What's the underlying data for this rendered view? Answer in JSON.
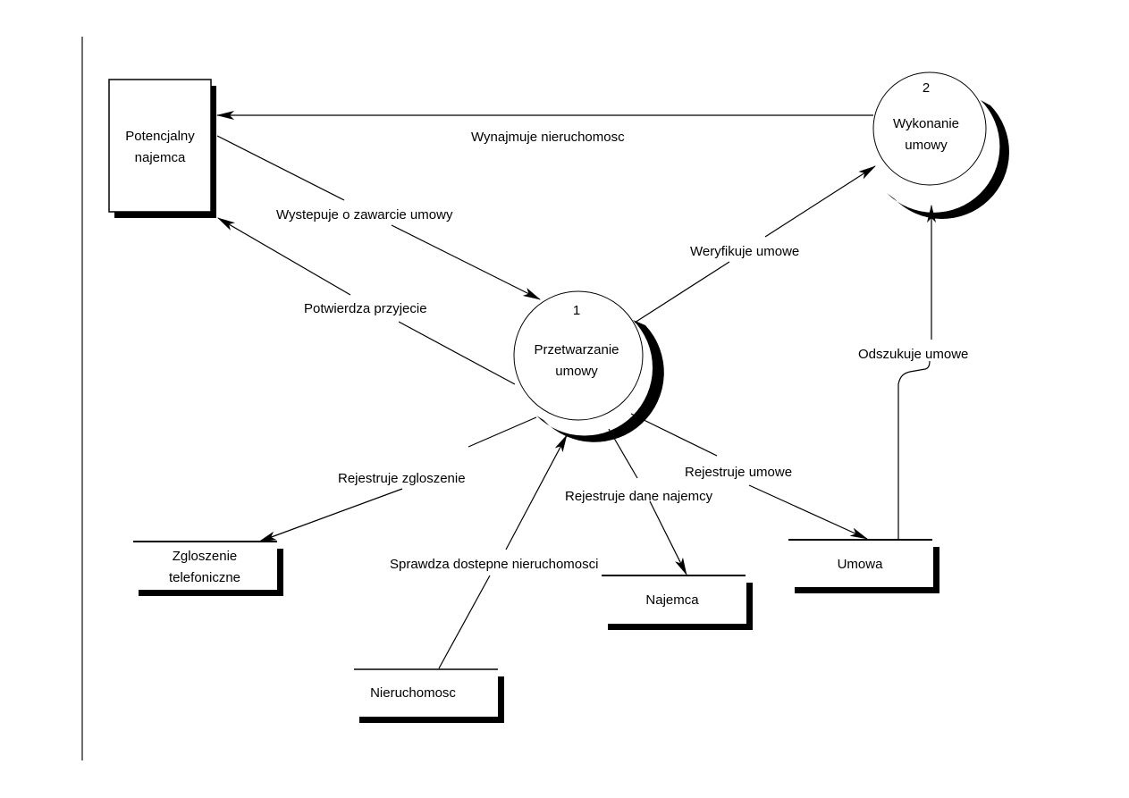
{
  "diagram": {
    "type": "data-flow-diagram",
    "external_entities": [
      {
        "id": "potencjalny-najemca",
        "lines": [
          "Potencjalny",
          "najemca"
        ]
      }
    ],
    "processes": [
      {
        "id": "p1",
        "number": "1",
        "lines": [
          "Przetwarzanie",
          "umowy"
        ]
      },
      {
        "id": "p2",
        "number": "2",
        "lines": [
          "Wykonanie",
          "umowy"
        ]
      }
    ],
    "data_stores": [
      {
        "id": "zgloszenie",
        "lines": [
          "Zgloszenie",
          "telefoniczne"
        ]
      },
      {
        "id": "nieruchomosc",
        "lines": [
          "Nieruchomosc"
        ]
      },
      {
        "id": "najemca",
        "lines": [
          "Najemca"
        ]
      },
      {
        "id": "umowa",
        "lines": [
          "Umowa"
        ]
      }
    ],
    "flows": [
      {
        "id": "f1",
        "from": "p2",
        "to": "potencjalny-najemca",
        "label": "Wynajmuje nieruchomosc"
      },
      {
        "id": "f2",
        "from": "potencjalny-najemca",
        "to": "p1",
        "label": "Wystepuje o zawarcie umowy"
      },
      {
        "id": "f3",
        "from": "p1",
        "to": "potencjalny-najemca",
        "label": "Potwierdza przyjecie"
      },
      {
        "id": "f4",
        "from": "p1",
        "to": "p2",
        "label": "Weryfikuje umowe"
      },
      {
        "id": "f5",
        "from": "umowa",
        "to": "p2",
        "label": "Odszukuje umowe"
      },
      {
        "id": "f6",
        "from": "p1",
        "to": "zgloszenie",
        "label": "Rejestruje zgloszenie"
      },
      {
        "id": "f7",
        "from": "nieruchomosc",
        "to": "p1",
        "label": "Sprawdza dostepne nieruchomosci"
      },
      {
        "id": "f8",
        "from": "p1",
        "to": "najemca",
        "label": "Rejestruje dane najemcy"
      },
      {
        "id": "f9",
        "from": "p1",
        "to": "umowa",
        "label": "Rejestruje umowe"
      }
    ]
  }
}
